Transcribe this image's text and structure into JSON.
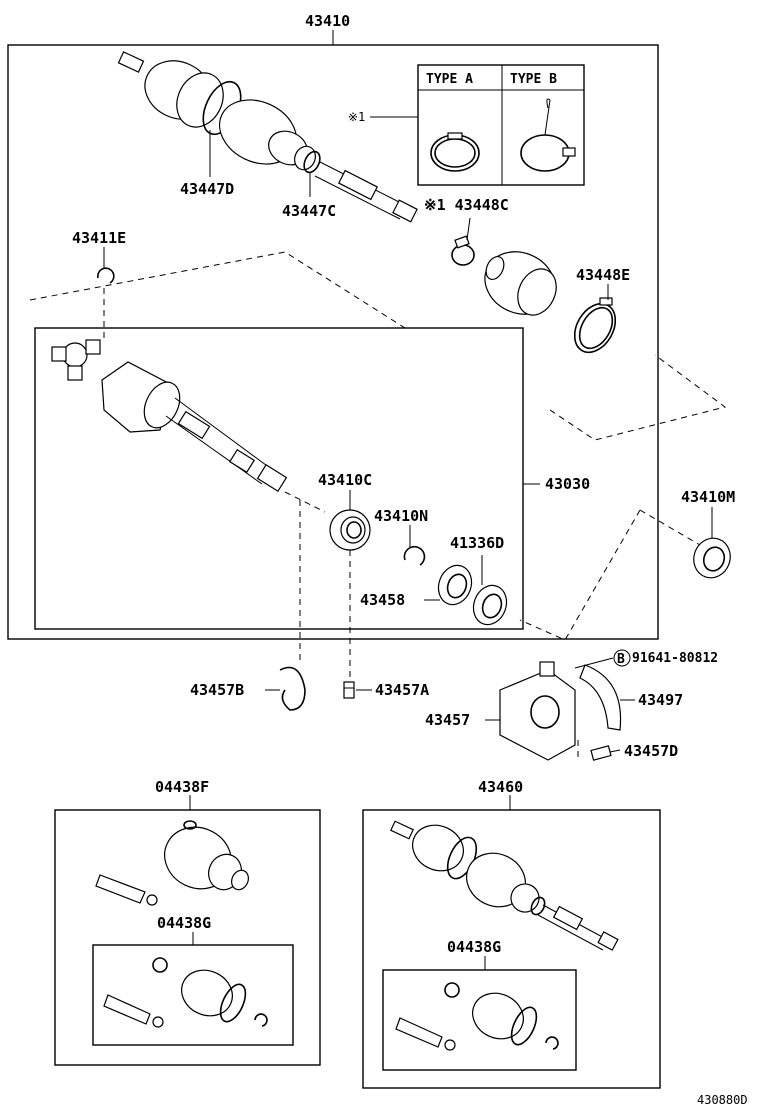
{
  "labels": {
    "assembly": "43410",
    "type_a": "TYPE A",
    "type_b": "TYPE B",
    "note_mark": "※1",
    "p43447D": "43447D",
    "p43447C": "43447C",
    "p43448C": "※1 43448C",
    "p43411E": "43411E",
    "p43448E": "43448E",
    "p43410C": "43410C",
    "p43410N": "43410N",
    "p43030": "43030",
    "p41336D": "41336D",
    "p43458": "43458",
    "p43410M": "43410M",
    "circle_b": "B",
    "p91641": "91641-80812",
    "p43497": "43497",
    "p43457B": "43457B",
    "p43457A": "43457A",
    "p43457": "43457",
    "p43457D": "43457D",
    "p04438F": "04438F",
    "p04438G_left": "04438G",
    "p43460": "43460",
    "p04438G_right": "04438G",
    "diagram_code": "430880D"
  }
}
